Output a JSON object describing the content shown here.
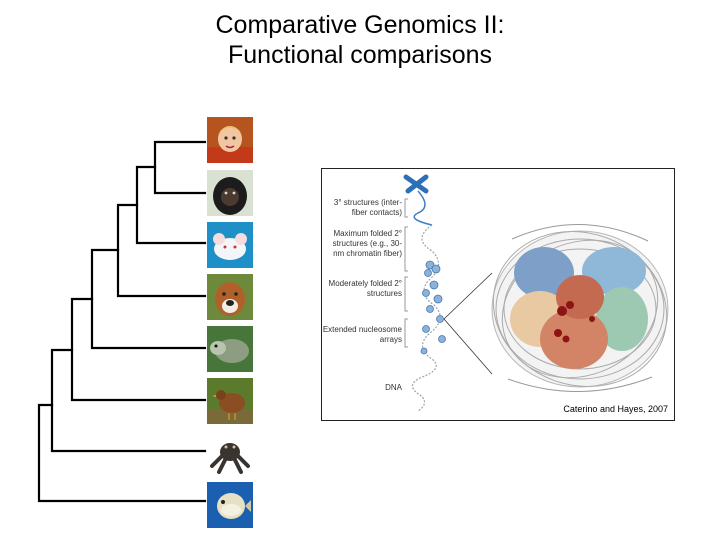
{
  "slide": {
    "title_line1": "Comparative Genomics II:",
    "title_line2": "Functional comparisons"
  },
  "tree": {
    "taxa": [
      {
        "name": "human-child",
        "icon": "child-photo-icon"
      },
      {
        "name": "chimpanzee",
        "icon": "chimpanzee-photo-icon"
      },
      {
        "name": "mouse",
        "icon": "mouse-photo-icon"
      },
      {
        "name": "dog",
        "icon": "dog-photo-icon"
      },
      {
        "name": "opossum",
        "icon": "opossum-photo-icon"
      },
      {
        "name": "chicken",
        "icon": "chicken-photo-icon"
      },
      {
        "name": "frog",
        "icon": "frog-photo-icon"
      },
      {
        "name": "pufferfish",
        "icon": "pufferfish-photo-icon"
      }
    ]
  },
  "figure": {
    "labels": {
      "tertiary": "3° structures (inter-fiber contacts)",
      "max_folded": "Maximum folded 2° structures (e.g., 30-nm chromatin fiber)",
      "mod_folded": "Moderately folded 2° structures",
      "extended": "Extended nucleosome arrays",
      "dna": "DNA"
    },
    "credit": "Caterino and Hayes, 2007"
  }
}
